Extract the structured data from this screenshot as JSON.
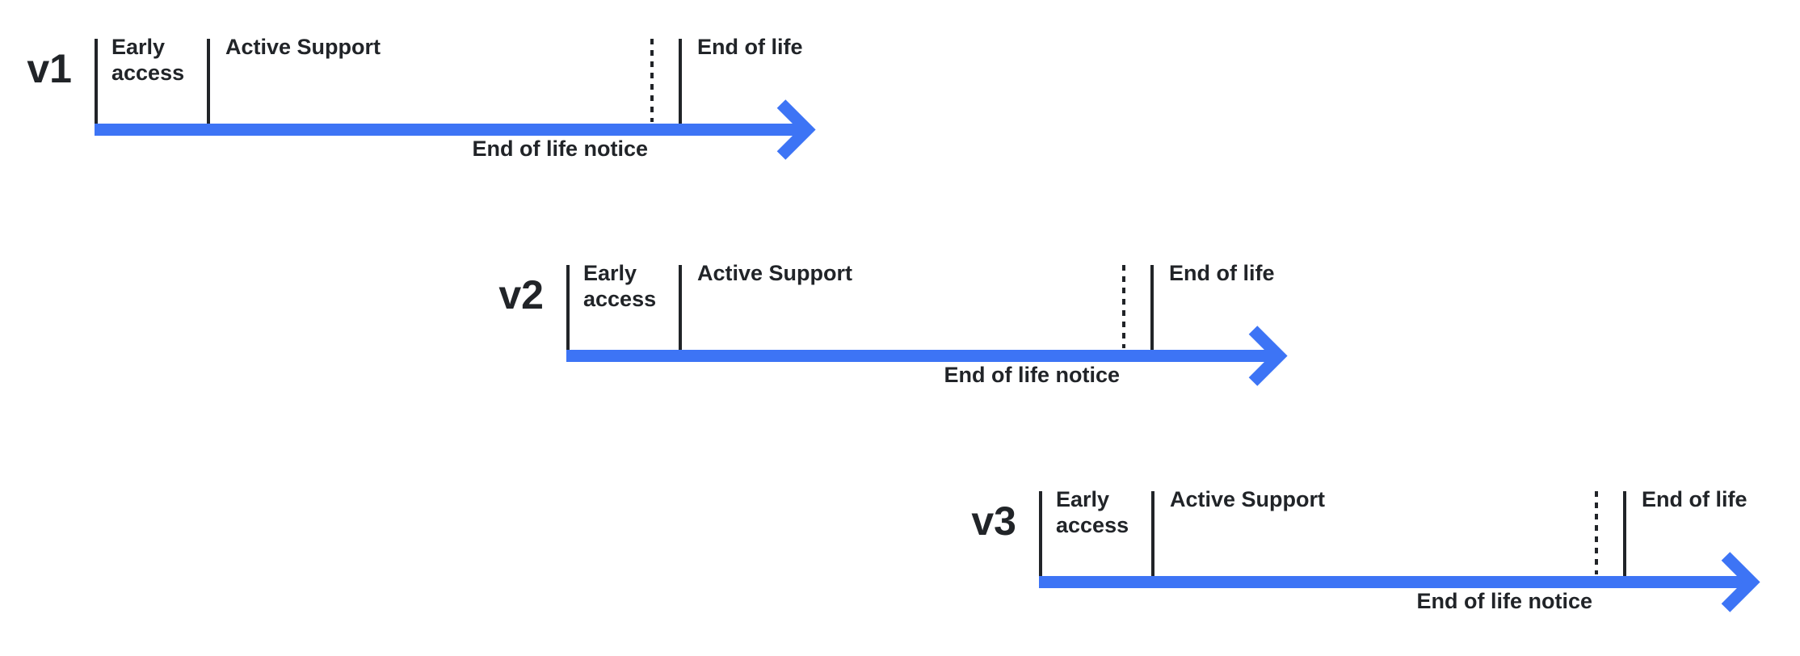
{
  "colors": {
    "accent": "#3D74F5",
    "text": "#212428",
    "background": "#FFFFFF"
  },
  "diagram": {
    "rows": [
      {
        "version": "v1",
        "labels": {
          "early": "Early access",
          "active": "Active Support",
          "end_of_life": "End of life",
          "end_of_life_notice": "End of life notice"
        }
      },
      {
        "version": "v2",
        "labels": {
          "early": "Early access",
          "active": "Active Support",
          "end_of_life": "End of life",
          "end_of_life_notice": "End of life notice"
        }
      },
      {
        "version": "v3",
        "labels": {
          "early": "Early access",
          "active": "Active Support",
          "end_of_life": "End of life",
          "end_of_life_notice": "End of life notice"
        }
      }
    ]
  }
}
